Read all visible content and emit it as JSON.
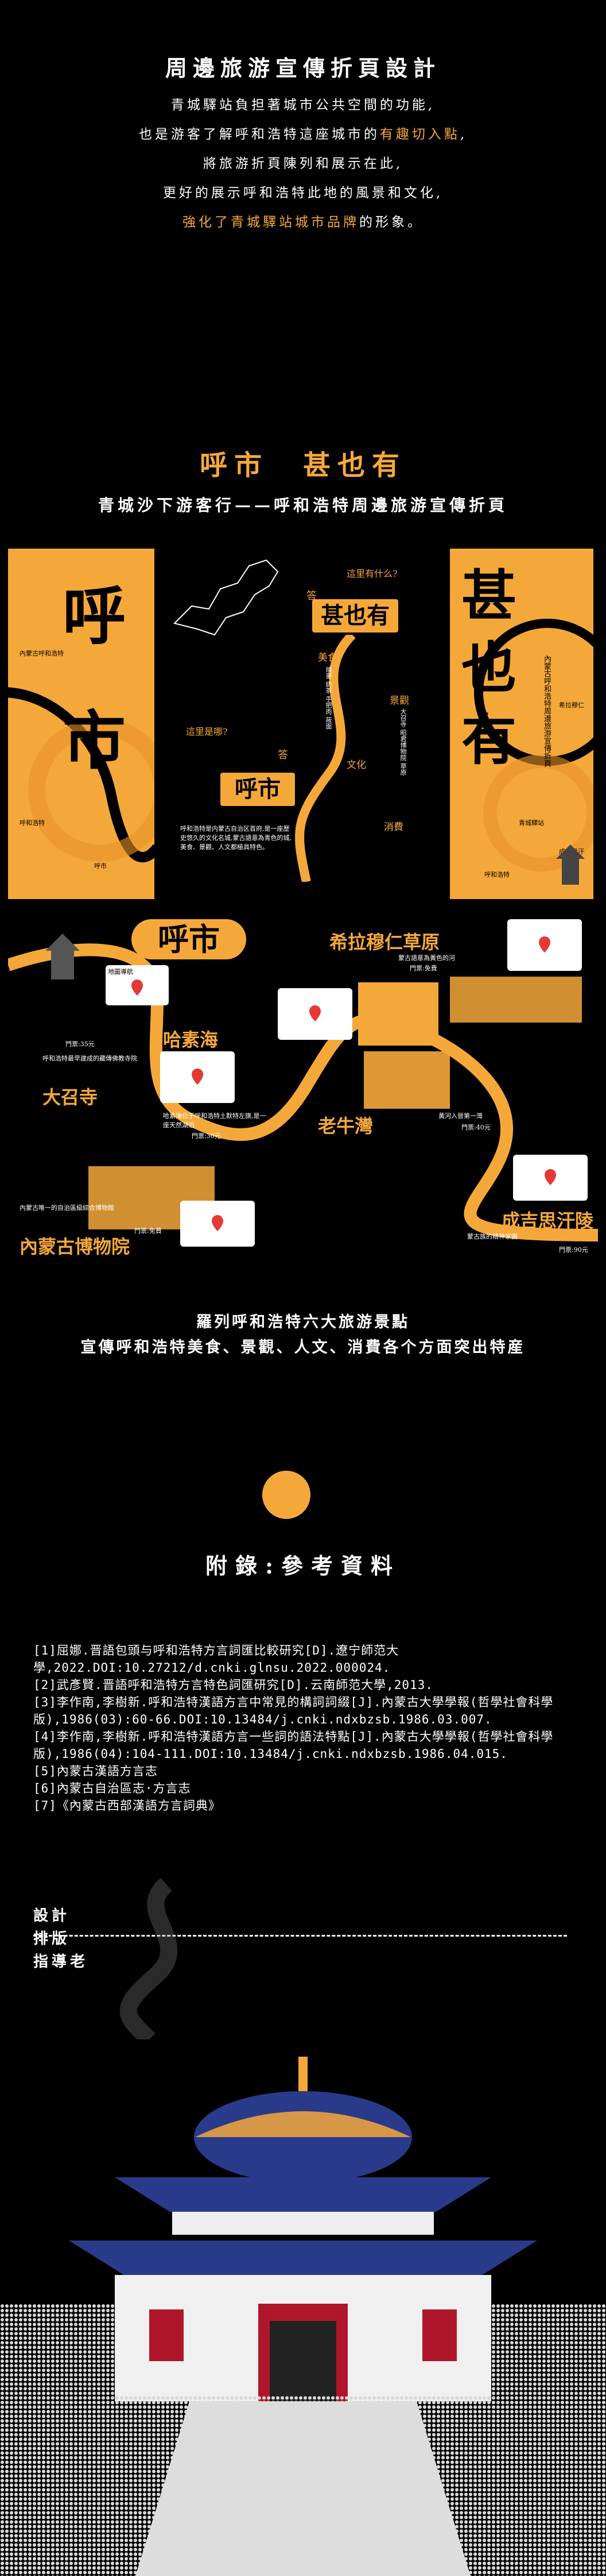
{
  "title": "周邊旅游宣傳折頁設計",
  "intro": {
    "line1": "青城驛站負担著城市公共空間的功能,",
    "line2_a": "也是游客了解呼和浩特這座城市的",
    "line2_hl": "有趣切入點",
    "line2_b": ",",
    "line3": "將旅游折頁陳列和展示在此,",
    "line4": "更好的展示呼和浩特此地的風景和文化,",
    "line5_hl": "強化了青城驛站城市品牌",
    "line5_b": "的形象。"
  },
  "section": {
    "title_a": "呼市",
    "title_b": "甚也有",
    "subtitle": "青城沙下游客行——呼和浩特周邊旅游宣傳折頁"
  },
  "brochure_front": {
    "hu": "呼",
    "shi": "市",
    "left_note": "內蒙古呼和浩特",
    "left_bottom": "呼和浩特",
    "left_bottom2": "呼市",
    "qa1": "這里有什么?",
    "da1": "答",
    "ans1": "甚也有",
    "qa2": "這里是哪?",
    "da2": "答",
    "ans2": "呼市",
    "cat_food": "美食",
    "cat_scene": "景觀",
    "cat_culture": "文化",
    "cat_shop": "消費",
    "food_items": "燒麥 奶茶 手把肉 莜面",
    "scene_items": "大召寺 昭君博物院 草原",
    "desc": "呼和浩特是内蒙古自治区首府,是一座歷史悠久的文化名城,蒙古語意為青色的城,美食、景觀、人文都極具特色。",
    "right_title_a": "甚",
    "right_title_b": "也",
    "right_title_c": "有",
    "right_vertical": "內蒙古呼和浩特周邊旅游宣傳折頁",
    "right_small1": "希拉穆仁",
    "right_small2": "成吉思汗",
    "right_bottom": "青城驛站",
    "right_bottom2": "呼和浩特"
  },
  "brochure_inside": {
    "hu_shi": "呼市",
    "spot1": "大召寺",
    "spot1_note": "門票:35元",
    "spot1_desc": "呼和浩特最早建成的藏傳佛教寺院",
    "spot2": "哈素海",
    "spot2_note": "門票:30元",
    "spot2_desc": "哈素海位于呼和浩特土默特左旗,是一座天然湖泊",
    "spot3": "希拉穆仁草原",
    "spot3_note": "門票:免費",
    "spot3_desc": "蒙古語意為黃色的河",
    "spot4": "老牛灣",
    "spot4_note": "門票:40元",
    "spot4_desc": "黃河入晉第一灣",
    "spot5": "內蒙古博物院",
    "spot5_note": "門票:免費",
    "spot5_desc": "內蒙古唯一的自治區級綜合博物館",
    "spot6": "成吉思汗陵",
    "spot6_note": "門票:90元",
    "spot6_desc": "蒙古族的精神家園",
    "map_label": "地圖導航"
  },
  "features": {
    "line1": "羅列呼和浩特六大旅游景點",
    "line2": "宣傳呼和浩特美食、景觀、人文、消費各个方面突出特産"
  },
  "appendix": {
    "title": "附錄:參考資料"
  },
  "references": [
    "[1]屈娜.晋語包頭与呼和浩特方言詞匯比較研究[D].遼宁師范大學,2022.DOI:10.27212/d.cnki.glnsu.2022.000024.",
    "[2]武彥賢.晋語呼和浩特方言特色詞匯研究[D].云南師范大學,2013.",
    "[3]李作南,李樹新.呼和浩特漢語方言中常見的構詞詞綴[J].內蒙古大學學報(哲學社會科學版),1986(03):60-66.DOI:10.13484/j.cnki.ndxbzsb.1986.03.007.",
    "[4]李作南,李樹新.呼和浩特漢語方言一些詞的語法特點[J].內蒙古大學學報(哲學社會科學版),1986(04):104-111.DOI:10.13484/j.cnki.ndxbzsb.1986.04.015.",
    "[5]內蒙古漢語方言志",
    "[6]內蒙古自治區志·方言志",
    "[7]《內蒙古西部漢語方言詞典》"
  ],
  "credits": {
    "design": "設計",
    "layout": "排版",
    "advisor": "指導老"
  },
  "colors": {
    "accent": "#f5a83a",
    "background": "#000000"
  }
}
